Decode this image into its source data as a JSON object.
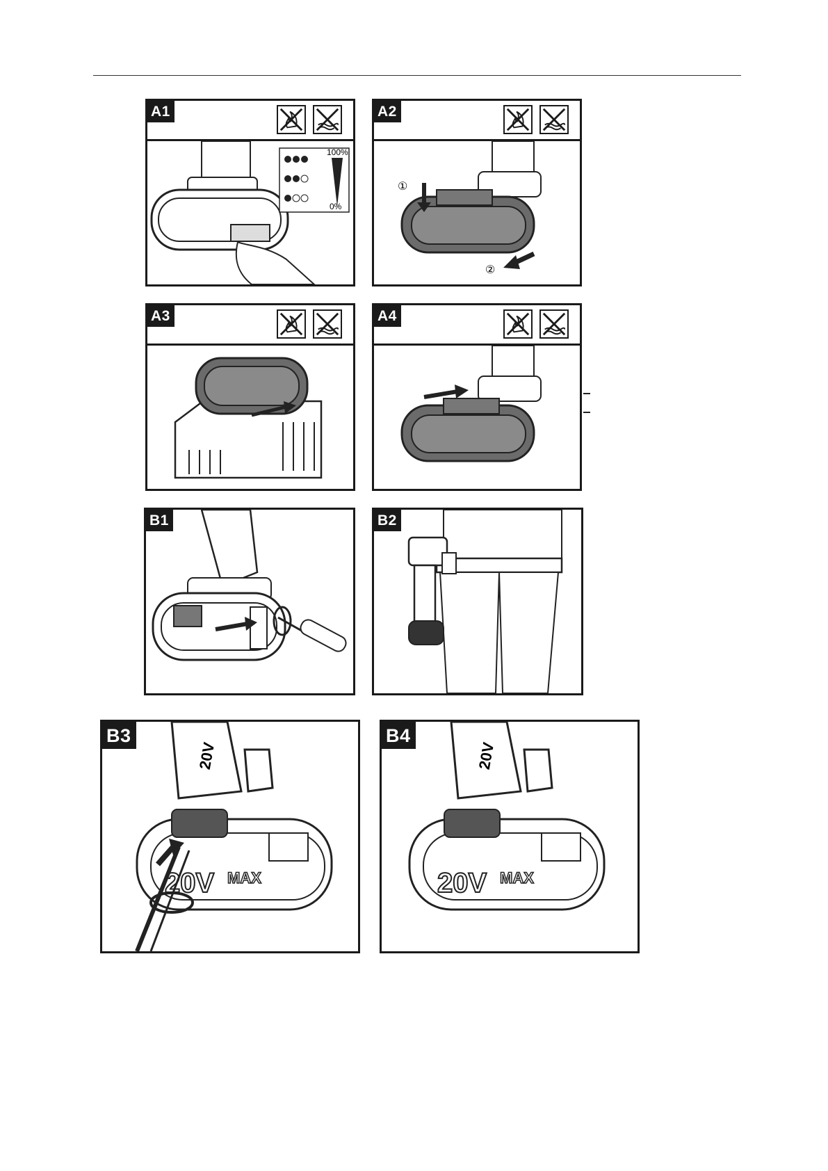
{
  "panels": {
    "a1": {
      "label": "A1",
      "charge_max": "100%",
      "charge_min": "0%"
    },
    "a2": {
      "label": "A2",
      "step1": "①",
      "step2": "②"
    },
    "a3": {
      "label": "A3"
    },
    "a4": {
      "label": "A4"
    },
    "b1": {
      "label": "B1"
    },
    "b2": {
      "label": "B2"
    },
    "b3": {
      "label": "B3",
      "battery_text": "20V",
      "battery_badge": "MAX",
      "handle_text": "20V"
    },
    "b4": {
      "label": "B4",
      "battery_text": "20V",
      "battery_badge": "MAX",
      "handle_text": "20V"
    }
  },
  "icons": [
    "no-fire-icon",
    "no-water-icon"
  ],
  "colors": {
    "ink": "#1a1a1a",
    "battery_gray": "#6b6b6b",
    "background": "#ffffff"
  }
}
